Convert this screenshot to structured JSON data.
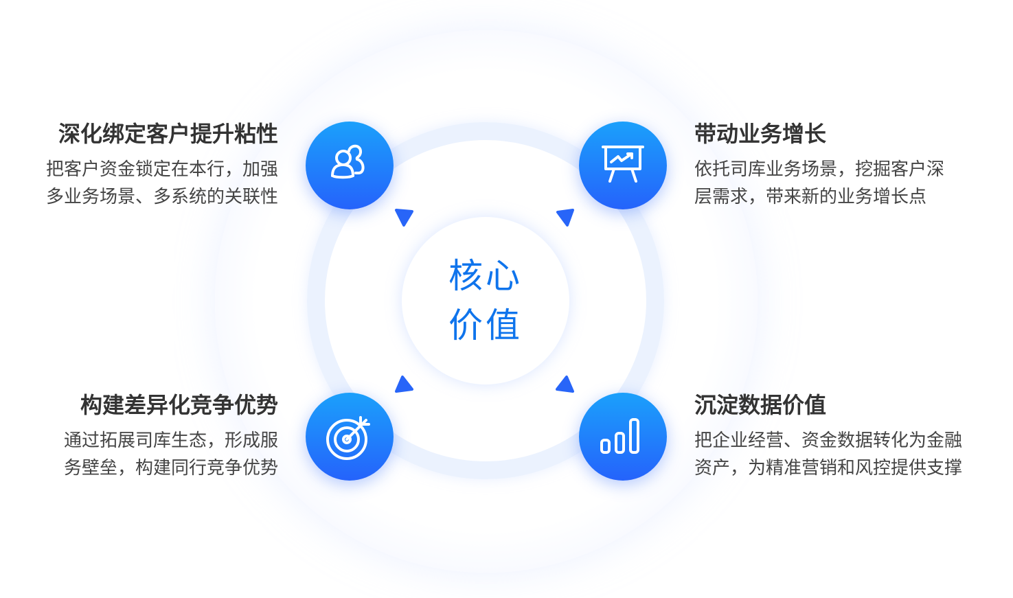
{
  "center": {
    "line1": "核心",
    "line2": "价值"
  },
  "items": [
    {
      "title": "深化绑定客户提升粘性",
      "line1": "把客户资金锁定在本行，加强",
      "line2": "多业务场景、多系统的关联性",
      "icon": "users-icon"
    },
    {
      "title": "带动业务增长",
      "line1": "依托司库业务场景，挖掘客户深",
      "line2": "层需求，带来新的业务增长点",
      "icon": "presentation-chart-icon"
    },
    {
      "title": "构建差异化竞争优势",
      "line1": "通过拓展司库生态，形成服",
      "line2": "务壁垒，构建同行竞争优势",
      "icon": "target-icon"
    },
    {
      "title": "沉淀数据价值",
      "line1": "把企业经营、资金数据转化为金融",
      "line2": "资产，为精准营销和风控提供支撑",
      "icon": "bar-chart-icon"
    }
  ],
  "colors": {
    "accent": "#0f74ec",
    "node_top": "#1ba0fb",
    "node_bottom": "#2563fb",
    "ring": "#ebf2fe"
  }
}
